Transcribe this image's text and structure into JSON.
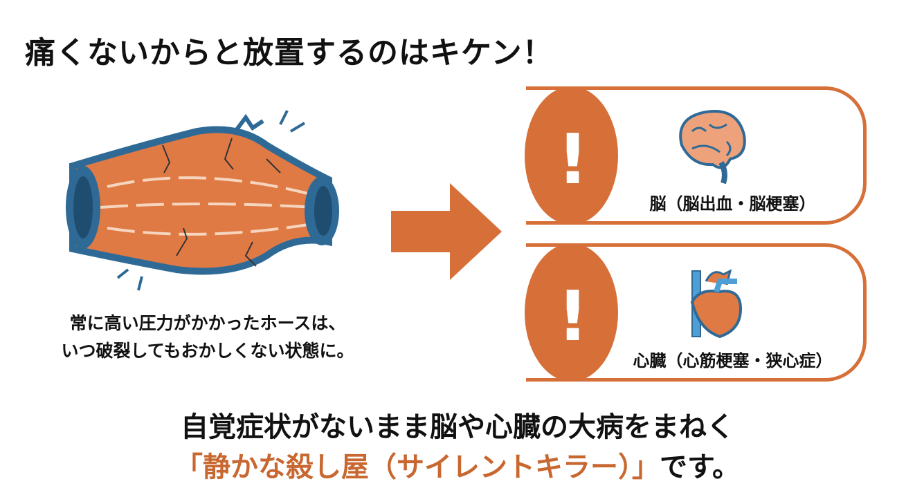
{
  "title": "痛くないからと放置するのはキケン！",
  "hose_caption": {
    "line1": "常に高い圧力がかかったホースは、",
    "line2": "いつ破裂してもおかしくない状態に。"
  },
  "warnings": [
    {
      "icon": "brain-icon",
      "mark": "!",
      "label": "脳（脳出血・脳梗塞）"
    },
    {
      "icon": "heart-icon",
      "mark": "!",
      "label": "心臓（心筋梗塞・狭心症）"
    }
  ],
  "conclusion": {
    "line1": "自覚症状がないまま脳や心臓の大病をまねく",
    "highlight": "「静かな殺し屋（サイレントキラー）」",
    "suffix": "です。"
  },
  "colors": {
    "accent": "#d66f38",
    "vessel_blue": "#2f6a96",
    "text": "#111111"
  }
}
